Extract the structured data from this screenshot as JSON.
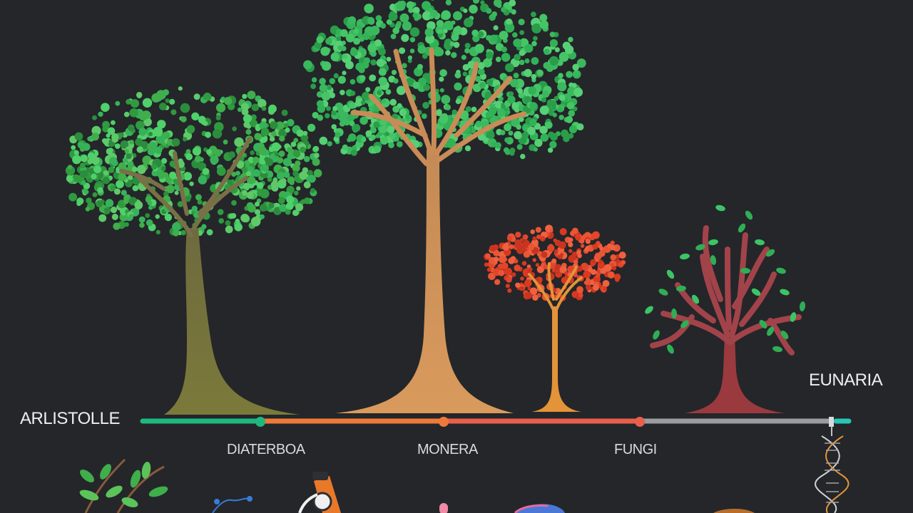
{
  "labels": {
    "left": "ARLISTOLLE",
    "right": "EUNARIA",
    "stage1": "DIATERBOA",
    "stage2": "MONERA",
    "stage3": "FUNGI"
  },
  "colors": {
    "background": "#24262a",
    "leaf_green": "#3fae4b",
    "leaf_bright": "#4fd06a",
    "red_canopy": "#e2452c",
    "timeline_green": "#1fb87e",
    "timeline_orange": "#ee7a3a",
    "timeline_red": "#e8604a",
    "timeline_gray": "#9a9ca0",
    "timeline_teal": "#27c6b4"
  },
  "icons": [
    "leaf-branch-icon",
    "network-icon",
    "microscope-icon",
    "dna-helix-icon",
    "globe-icon"
  ]
}
